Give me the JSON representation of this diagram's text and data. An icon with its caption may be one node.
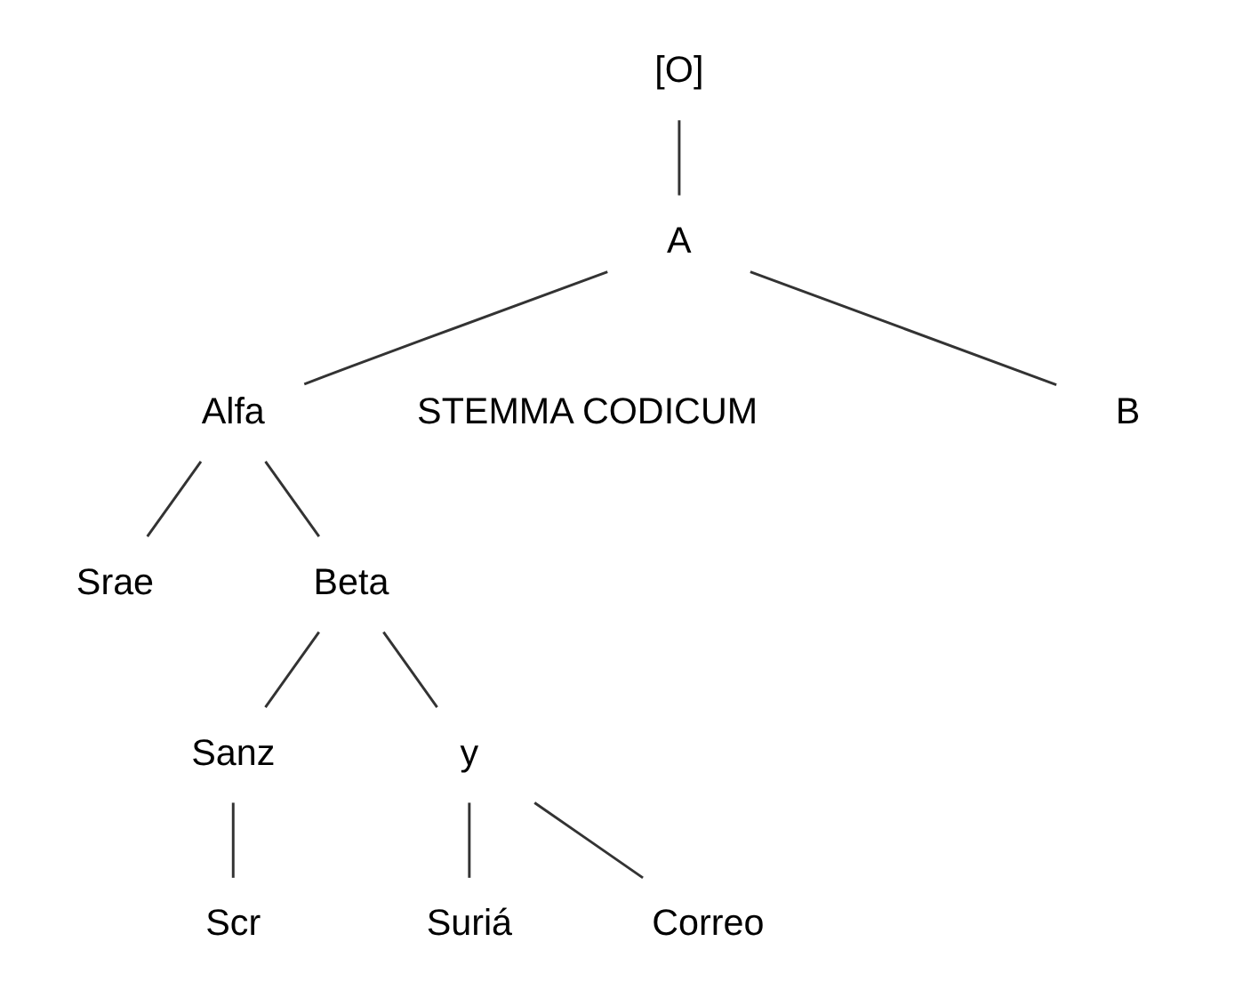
{
  "diagram": {
    "nodes": [
      {
        "text": [
          "[O]"
        ]
      },
      {
        "text": [
          "A"
        ]
      },
      {
        "text": [
          "B"
        ]
      },
      {
        "text": [
          "Alfa"
        ]
      },
      {
        "text": [
          "Srae"
        ]
      },
      {
        "text": [
          "Beta"
        ]
      },
      {
        "text": [
          "Sanz"
        ]
      },
      {
        "text": [
          "y"
        ]
      },
      {
        "text": [
          "Scr"
        ]
      },
      {
        "text": [
          "Suriá"
        ]
      },
      {
        "text": [
          "Correo"
        ]
      }
    ],
    "edges": [
      {
        "from": 0,
        "to": 1,
        "arrow": "none"
      },
      {
        "from": 1,
        "to": 2,
        "arrow": "none"
      },
      {
        "from": 1,
        "to": 3,
        "arrow": "none"
      },
      {
        "from": 3,
        "to": 4,
        "arrow": "none"
      },
      {
        "from": 3,
        "to": 5,
        "arrow": "none"
      },
      {
        "from": 5,
        "to": 6,
        "arrow": "none"
      },
      {
        "from": 5,
        "to": 7,
        "arrow": "none"
      },
      {
        "from": 6,
        "to": 8,
        "arrow": "none"
      },
      {
        "from": 7,
        "to": 9,
        "arrow": "none"
      },
      {
        "from": 7,
        "to": 10,
        "arrow": "none"
      }
    ],
    "labels": [
      "STEMMA CODICUM"
    ]
  }
}
